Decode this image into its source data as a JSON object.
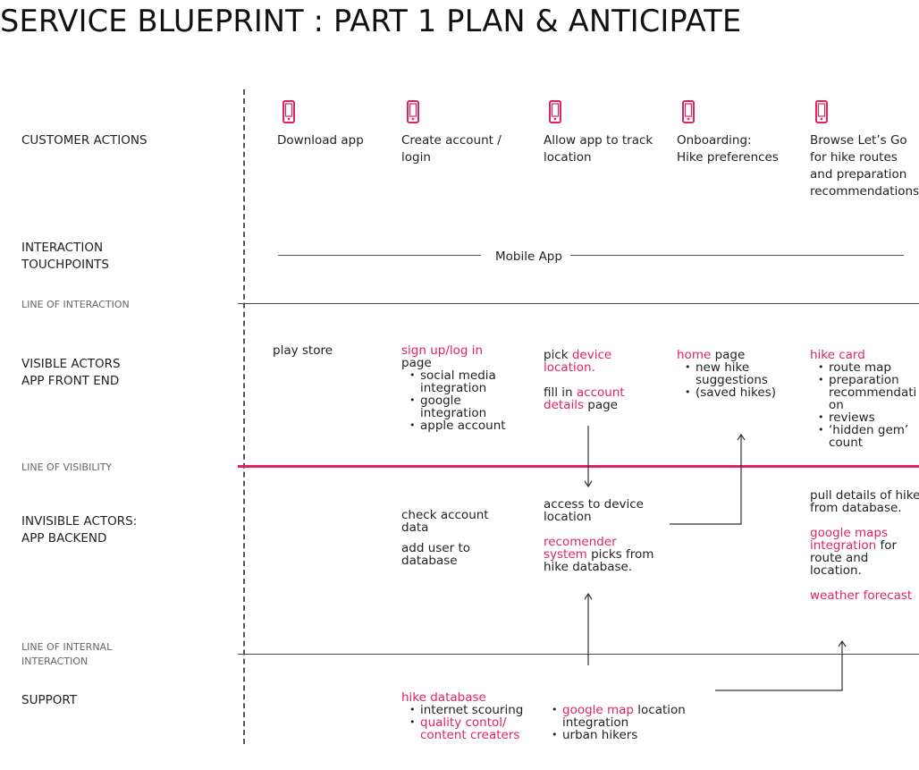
{
  "title": "SERVICE BLUEPRINT : PART 1 PLAN & ANTICIPATE",
  "rows": {
    "customer_actions": "CUSTOMER ACTIONS",
    "interaction_touchpoints_1": "INTERACTION",
    "interaction_touchpoints_2": "TOUCHPOINTS",
    "line_of_interaction": "LINE OF INTERACTION",
    "visible_actors_1": "VISIBLE  ACTORS",
    "visible_actors_2": "APP FRONT END",
    "line_of_visibility": "LINE OF VISIBILITY",
    "invisible_actors_1": "INVISIBLE ACTORS:",
    "invisible_actors_2": "APP BACKEND",
    "line_of_internal_1": "LINE OF INTERNAL",
    "line_of_internal_2": "INTERACTION",
    "support": "SUPPORT"
  },
  "customer_actions": [
    {
      "icon": "mobile-phone-icon",
      "lines": [
        "Download app"
      ]
    },
    {
      "icon": "mobile-phone-icon",
      "lines": [
        "Create account /",
        "login"
      ]
    },
    {
      "icon": "mobile-phone-icon",
      "lines": [
        "Allow app to track",
        "location"
      ]
    },
    {
      "icon": "mobile-phone-icon",
      "lines": [
        "Onboarding:",
        "Hike preferences"
      ]
    },
    {
      "icon": "mobile-phone-icon",
      "lines": [
        "Browse Let’s Go",
        "for hike routes",
        "and preparation",
        "recommendations"
      ]
    }
  ],
  "touchpoint": "Mobile App",
  "visible": {
    "c1": "play store",
    "c2": {
      "head": "sign up/log in",
      "tail": "page",
      "bullets": [
        [
          "social media",
          "integration"
        ],
        [
          "google",
          "integration"
        ],
        [
          "apple account"
        ]
      ]
    },
    "c3": {
      "a_pre": "pick ",
      "a_pink": "device",
      "a_pink2": "location.",
      "b_pre": "fill in ",
      "b_pink": "account",
      "b_pink2": "details",
      "b_post": " page"
    },
    "c4": {
      "head": "home",
      "tail": " page",
      "bullets": [
        [
          "new hike",
          "suggestions"
        ],
        [
          "(saved hikes)"
        ]
      ]
    },
    "c5": {
      "head": "hike card",
      "bullets": [
        [
          "route map"
        ],
        [
          "preparation",
          "recommendati",
          "on"
        ],
        [
          "reviews"
        ],
        [
          "‘hidden gem’",
          "count"
        ]
      ]
    }
  },
  "invisible": {
    "c2": {
      "a1": "check account",
      "a2": "data",
      "b1": "add user to",
      "b2": "database"
    },
    "c3": {
      "a1": "access to device",
      "a2": "location",
      "b_pink1": "recomender",
      "b_pink2": "system",
      "b_post2": " picks from",
      "b3": "hike database."
    },
    "c5": {
      "a1": "pull details of hike",
      "a2": "from database.",
      "b_pink1": "google maps",
      "b_pink2": "integration",
      "b_post2": " for",
      "b3": "route and",
      "b4": "location.",
      "c_pink": "weather forecast"
    }
  },
  "support": {
    "c2": {
      "head": "hike database",
      "b1": "internet scouring",
      "b2_pink1": "quality contol/",
      "b2_pink2": "content creaters"
    },
    "c3": {
      "b1_pink": "google map",
      "b1_post": " location",
      "b1_2": "integration",
      "b2": "urban hikers"
    }
  },
  "colors": {
    "accent": "#e0245e",
    "line": "#444444",
    "text": "#222222"
  }
}
